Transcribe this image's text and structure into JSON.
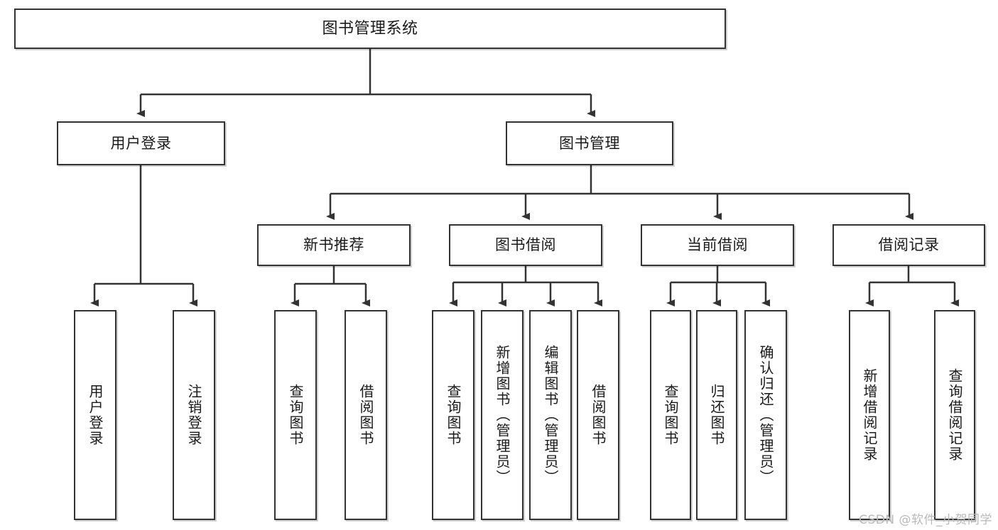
{
  "diagram": {
    "title": "图书管理系统",
    "type": "tree",
    "watermark": "CSDN @软件_小贺同学",
    "colors": {
      "box_border": "#333333",
      "box_fill": "#ffffff",
      "line": "#333333",
      "text": "#1a1a1a",
      "watermark": "#b9b9b9"
    },
    "nodes": {
      "root": {
        "label": "图书管理系统"
      },
      "level2": [
        {
          "label": "用户登录"
        },
        {
          "label": "图书管理"
        }
      ],
      "level3": [
        {
          "label": "新书推荐"
        },
        {
          "label": "图书借阅"
        },
        {
          "label": "当前借阅"
        },
        {
          "label": "借阅记录"
        }
      ],
      "leaves": {
        "user_login": [
          {
            "label": "用户登录"
          },
          {
            "label": "注销登录"
          }
        ],
        "new_book_recommend": [
          {
            "label": "查询图书"
          },
          {
            "label": "借阅图书"
          }
        ],
        "book_borrow": [
          {
            "label": "查询图书"
          },
          {
            "label": "新增图书（管理员）"
          },
          {
            "label": "编辑图书（管理员）"
          },
          {
            "label": "借阅图书"
          }
        ],
        "current_borrow": [
          {
            "label": "查询图书"
          },
          {
            "label": "归还图书"
          },
          {
            "label": "确认归还（管理员）"
          }
        ],
        "borrow_record": [
          {
            "label": "新增借阅记录"
          },
          {
            "label": "查询借阅记录"
          }
        ]
      }
    }
  }
}
